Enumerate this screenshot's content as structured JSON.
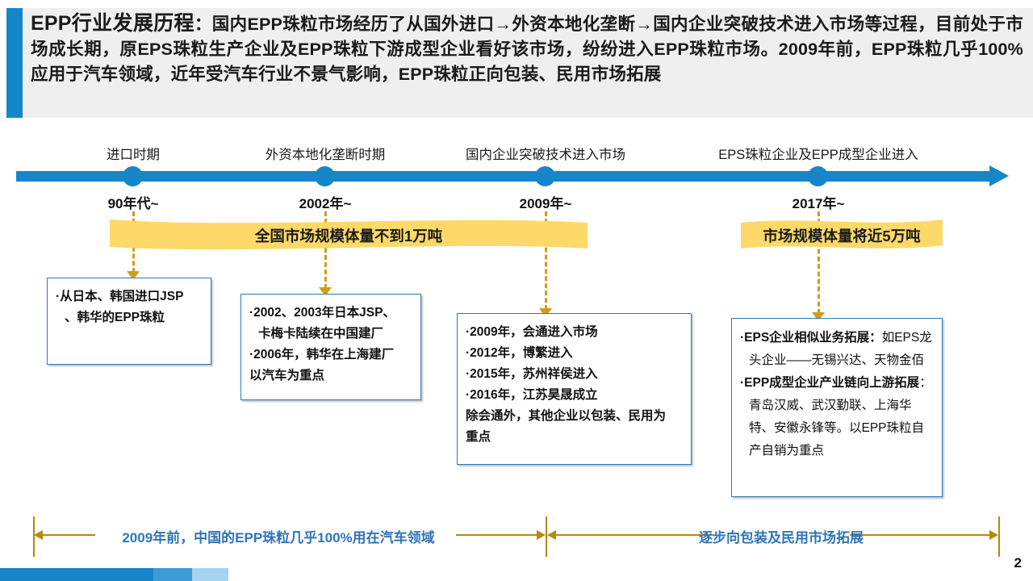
{
  "header": {
    "lead": "EPP行业发展历程",
    "body": "：国内EPP珠粒市场经历了从国外进口→外资本地化垄断→国内企业突破技术进入市场等过程，目前处于市场成长期，原EPS珠粒生产企业及EPP珠粒下游成型企业看好该市场，纷纷进入EPP珠粒市场。2009年前，EPP珠粒几乎100%应用于汽车领域，近年受汽车行业不景气影响，EPP珠粒正向包装、民用市场拓展"
  },
  "colors": {
    "accent_blue": "#1686c8",
    "banner_yellow": "#fcd968",
    "connector_gold": "#d39c16",
    "measure_gold": "#b8860b",
    "box_border": "#2e79b5",
    "label_blue": "#2e75b6",
    "header_bg": "#efefef"
  },
  "timeline": {
    "milestones": [
      {
        "phase": "进口时期",
        "year": "90年代~"
      },
      {
        "phase": "外资本地化垄断时期",
        "year": "2002年~"
      },
      {
        "phase": "国内企业突破技术进入市场",
        "year": "2009年~"
      },
      {
        "phase": "EPS珠粒企业及EPP成型企业进入",
        "year": "2017年~"
      }
    ]
  },
  "banners": [
    {
      "label": "全国市场规模体量不到1万吨"
    },
    {
      "label": "市场规模体量将近5万吨"
    }
  ],
  "boxes": [
    {
      "lines": [
        "·从日本、韩国进口JSP",
        "、韩华的EPP珠粒"
      ]
    },
    {
      "lines": [
        "·2002、2003年日本JSP、",
        "卡梅卡陆续在中国建厂",
        "·2006年，韩华在上海建厂",
        "以汽车为重点"
      ]
    },
    {
      "lines": [
        "·2009年，会通进入市场",
        "·2012年，博繁进入",
        "·2015年，苏州祥侯进入",
        "·2016年，江苏昊晟成立",
        "除会通外，其他企业以包装、民用为",
        "重点"
      ]
    },
    {
      "items": [
        {
          "bold": "·EPS企业相似业务拓展：",
          "rest": "如EPS龙头企业——无锡兴达、天物金佰"
        },
        {
          "bold": "·EPP成型企业产业链向上游拓展",
          "rest": "：青岛汉威、武汉勤联、上海华特、安徽永锋等。以EPP珠粒自产自销为重点"
        }
      ]
    }
  ],
  "measures": [
    {
      "label": "2009年前，中国的EPP珠粒几乎100%用在汽车领域"
    },
    {
      "label": "逐步向包装及民用市场拓展"
    }
  ],
  "footer": {
    "page_number": "2"
  }
}
